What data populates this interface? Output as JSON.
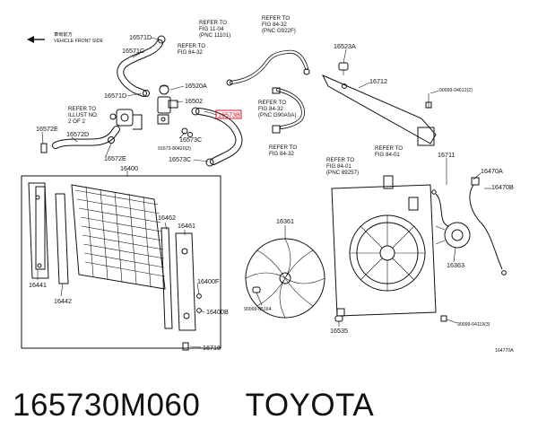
{
  "header": {
    "direction_note_jp": "車両前方",
    "direction_note_en": "VEHICLE FRONT SIDE"
  },
  "refs": {
    "r1": [
      "REFER TO",
      "FIG 11-04",
      "(PNC 11101)"
    ],
    "r2": [
      "REFER TO",
      "FIG 84-32",
      "(PNC G922F)"
    ],
    "r3": [
      "REFER TO",
      "FIG 84-32"
    ],
    "r4": [
      "REFER TO",
      "FIG 84-32",
      "(PNC G90A0A)"
    ],
    "r5": [
      "REFER TO",
      "FIG 84-32"
    ],
    "r6": [
      "REFER TO",
      "ILLUST NO.",
      "2 OF 2"
    ],
    "r7": [
      "REFER TO",
      "FIG 84-01",
      "(PNC 89257)"
    ],
    "r8": [
      "REFER TO",
      "FIG 84-01"
    ]
  },
  "parts": {
    "p16571D": "16571D",
    "p16571C": "16571C",
    "p16571D_b": "16571D",
    "p16520A": "16520A",
    "p16502": "16502",
    "p16573B": "16573B",
    "p16573C": "16573C",
    "p16573C_b": "16573C",
    "p91673": "91673-80420(2)",
    "p16572E": "16572E",
    "p16572D": "16572D",
    "p16572E_b": "16572E",
    "p16400": "16400",
    "p16523A": "16523A",
    "p16712": "16712",
    "p90099_04612": "90099-04612(2)",
    "p16711": "16711",
    "p16470A": "16470A",
    "p16470B": "16470B",
    "p16361": "16361",
    "p16363": "16363",
    "p90099_05164": "90099-05164",
    "p16535": "16535",
    "p90099_04119": "90099-04119(3)",
    "p16441": "16441",
    "p16442": "16442",
    "p16462": "16462",
    "p16461": "16461",
    "p16400F": "16400F",
    "p16400B": "16400B",
    "p16716": "16716"
  },
  "figure_code": "164770A",
  "highlight_color": "#d0021b",
  "footer": {
    "part_number": "165730M060",
    "brand": "TOYOTA"
  }
}
